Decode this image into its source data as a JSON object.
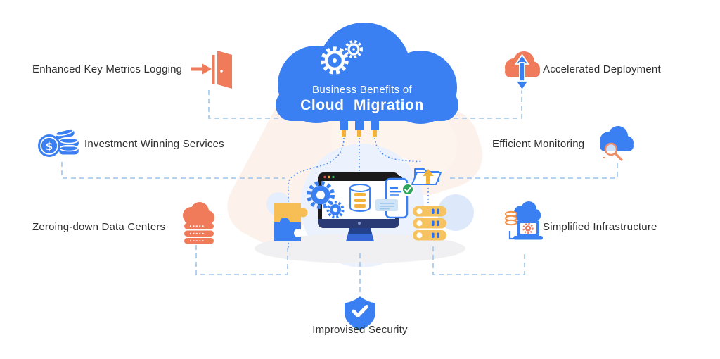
{
  "title": {
    "line1": "Business Benefits of",
    "line2": "Cloud Migration"
  },
  "benefits": [
    {
      "label": "Enhanced Key Metrics Logging",
      "icon": "door-exit-icon",
      "position": "left-top"
    },
    {
      "label": "Investment Winning Services",
      "icon": "coins-dollar-icon",
      "position": "left-middle"
    },
    {
      "label": "Zeroing-down Data Centers",
      "icon": "cloud-server-icon",
      "position": "left-bottom"
    },
    {
      "label": "Accelerated Deployment",
      "icon": "cloud-updown-arrow-icon",
      "position": "right-top"
    },
    {
      "label": "Efficient Monitoring",
      "icon": "cloud-magnifier-icon",
      "position": "right-middle"
    },
    {
      "label": "Simplified Infrastructure",
      "icon": "cloud-laptop-icon",
      "position": "right-bottom"
    },
    {
      "label": "Improvised Security",
      "icon": "shield-check-icon",
      "position": "bottom-center"
    }
  ],
  "icons": {
    "currency_symbol": "$"
  },
  "colors": {
    "primary_blue": "#3b80f3",
    "navy": "#2a3a75",
    "coral": "#ef7b5a",
    "yellow": "#f7c05f",
    "green": "#2fa65a",
    "dashed_line": "#a9cbef",
    "dotted_line": "#4f8df2",
    "cream_bg": "#fcf2eb",
    "text": "#2d2d2d"
  }
}
